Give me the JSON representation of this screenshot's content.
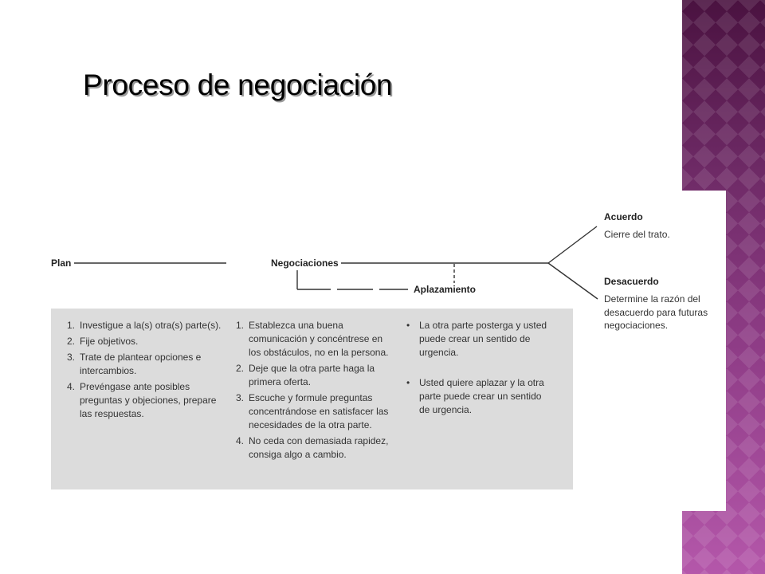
{
  "slide": {
    "title": "Proceso de negociación"
  },
  "colors": {
    "accent_band": "#8a3a82",
    "panel_gray": "#dcdcdc",
    "line": "#333333"
  },
  "diagram": {
    "stages": {
      "plan": "Plan",
      "negociaciones": "Negociaciones",
      "aplazamiento": "Aplazamiento"
    },
    "outcomes": {
      "acuerdo": {
        "title": "Acuerdo",
        "desc": "Cierre del trato."
      },
      "desacuerdo": {
        "title": "Desacuerdo",
        "desc": "Determine la razón del desacuerdo para futuras negociaciones."
      }
    },
    "plan_items": [
      {
        "marker": "1.",
        "text": "Investigue a la(s) otra(s) parte(s)."
      },
      {
        "marker": "2.",
        "text": "Fije objetivos."
      },
      {
        "marker": "3.",
        "text": "Trate de plantear opciones e intercambios."
      },
      {
        "marker": "4.",
        "text": "Prevéngase ante posibles preguntas y objeciones, prepare las respuestas."
      }
    ],
    "negociacion_items": [
      {
        "marker": "1.",
        "text": "Establezca una buena comunicación y concéntrese en los obstáculos, no en la persona."
      },
      {
        "marker": "2.",
        "text": "Deje que la otra parte haga la primera oferta."
      },
      {
        "marker": "3.",
        "text": "Escuche y formule preguntas concentrándose en satisfacer las necesidades de la otra parte."
      },
      {
        "marker": "4.",
        "text": "No ceda con demasiada rapidez, consiga algo a cambio."
      }
    ],
    "aplazamiento_items": [
      {
        "marker": "•",
        "text": "La otra parte posterga y usted puede crear un sentido de urgencia."
      },
      {
        "marker": "•",
        "text": "Usted quiere aplazar y la otra parte puede crear un sentido de urgencia."
      }
    ]
  }
}
